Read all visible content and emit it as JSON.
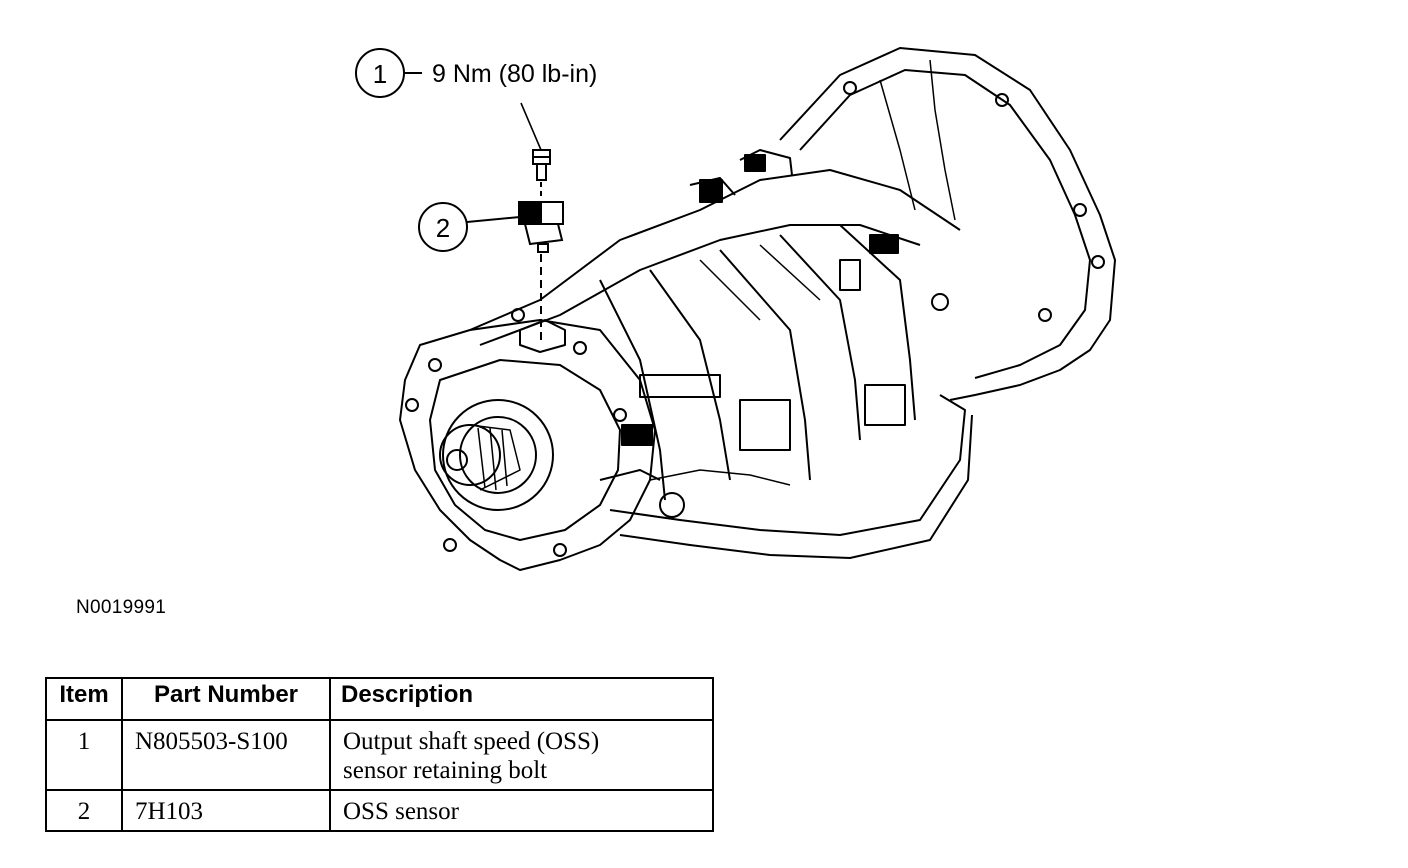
{
  "callouts": [
    {
      "number": "1",
      "torque": "9 Nm (80 lb-in)"
    },
    {
      "number": "2"
    }
  ],
  "figure_id": "N0019991",
  "table": {
    "headers": [
      "Item",
      "Part Number",
      "Description"
    ],
    "rows": [
      {
        "item": "1",
        "part_number": "N805503-S100",
        "description_lines": [
          "Output shaft speed (OSS)",
          "sensor retaining bolt"
        ]
      },
      {
        "item": "2",
        "part_number": "7H103",
        "description_lines": [
          "OSS sensor"
        ]
      }
    ]
  }
}
